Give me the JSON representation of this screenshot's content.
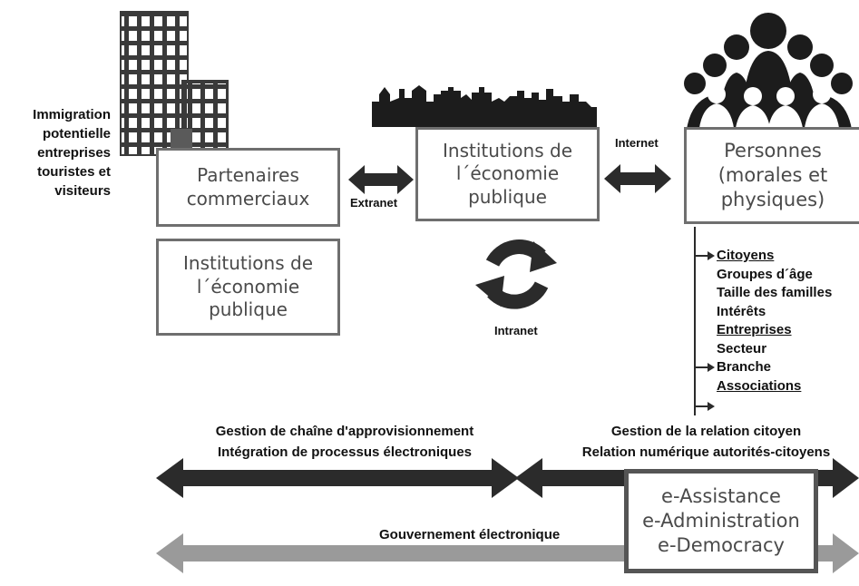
{
  "left_labels": [
    "Immigration",
    "potentielle",
    "entreprises",
    "touristes et",
    "visiteurs"
  ],
  "boxes": {
    "partners": [
      "Partenaires",
      "commerciaux"
    ],
    "institutions_left": [
      "Institutions de",
      "l´économie",
      "publique"
    ],
    "institutions_center": [
      "Institutions de",
      "l´économie",
      "publique"
    ],
    "persons": [
      "Personnes",
      "(morales et",
      "physiques)"
    ]
  },
  "connectors": {
    "extranet": "Extranet",
    "internet": "Internet",
    "intranet": "Intranet"
  },
  "persons_list": [
    {
      "text": "Citoyens",
      "underline": true,
      "arrow": true
    },
    {
      "text": "Groupes d´âge",
      "underline": false,
      "arrow": false
    },
    {
      "text": "Taille des familles",
      "underline": false,
      "arrow": false
    },
    {
      "text": "Intérêts",
      "underline": false,
      "arrow": false
    },
    {
      "text": "Entreprises",
      "underline": true,
      "arrow": true
    },
    {
      "text": "Secteur",
      "underline": false,
      "arrow": false
    },
    {
      "text": "Branche",
      "underline": false,
      "arrow": false
    },
    {
      "text": "Associations",
      "underline": true,
      "arrow": true
    }
  ],
  "bottom": {
    "scm": [
      "Gestion de chaîne d'approvisionnement",
      "Intégration de processus électroniques"
    ],
    "crm": [
      "Gestion de la relation citoyen",
      "Relation numérique autorités-citoyens"
    ],
    "egov": "Gouvernement électronique",
    "services": [
      "e-Assistance",
      "e-Administration",
      "e-Democracy"
    ]
  },
  "icons": [
    "office-building-icon",
    "city-skyline-icon",
    "people-group-icon",
    "refresh-cycle-icon"
  ],
  "colors": {
    "dark_arrow": "#2b2b2b",
    "light_arrow": "#9a9a9a",
    "box_border": "#6f6f6f",
    "box_text": "#4a4a4a"
  }
}
